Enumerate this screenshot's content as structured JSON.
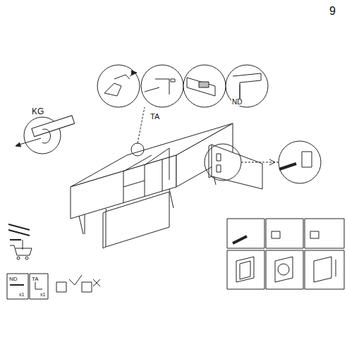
{
  "diagram": {
    "labels": [
      "9",
      "KG",
      "TA",
      "ND",
      "ND",
      "x1",
      "TA",
      "x1"
    ]
  }
}
